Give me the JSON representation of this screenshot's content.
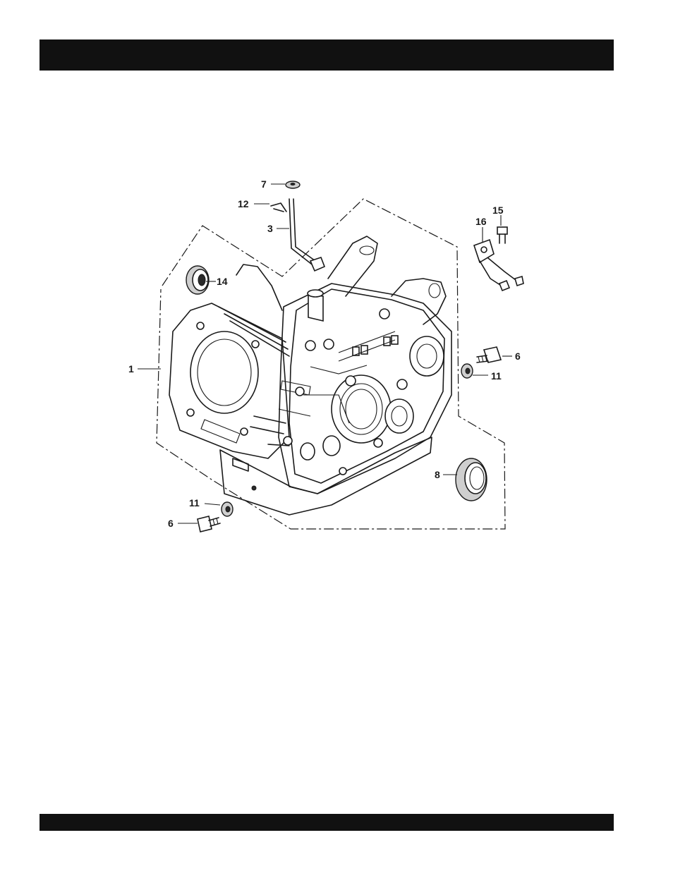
{
  "header_bar": {
    "color": "#111111"
  },
  "footer_bar": {
    "color": "#111111"
  },
  "diagram": {
    "callouts": [
      {
        "id": "c7",
        "label": "7"
      },
      {
        "id": "c12",
        "label": "12"
      },
      {
        "id": "c3",
        "label": "3"
      },
      {
        "id": "c14",
        "label": "14"
      },
      {
        "id": "c16",
        "label": "16"
      },
      {
        "id": "c15",
        "label": "15"
      },
      {
        "id": "c1",
        "label": "1"
      },
      {
        "id": "c6r",
        "label": "6"
      },
      {
        "id": "c11r",
        "label": "11"
      },
      {
        "id": "c8",
        "label": "8"
      },
      {
        "id": "c11l",
        "label": "11"
      },
      {
        "id": "c6l",
        "label": "6"
      }
    ]
  }
}
